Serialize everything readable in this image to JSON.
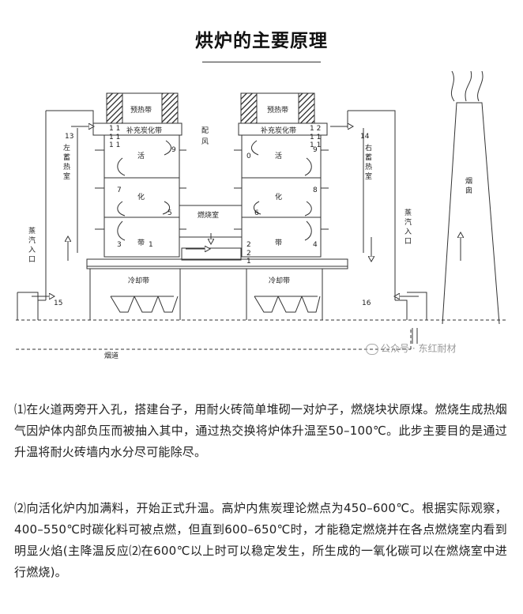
{
  "header": {
    "title": "烘炉的主要原理"
  },
  "diagram": {
    "labels": {
      "preheat_left": "预热带",
      "preheat_right": "预热带",
      "supp_carb_left": "补充炭化带",
      "supp_carb_right": "补充炭化带",
      "activation_left": [
        "活",
        "化",
        "带"
      ],
      "activation_right": [
        "活",
        "化",
        "带"
      ],
      "combustion_chamber": "燃烧室",
      "air_dist": [
        "配",
        "风"
      ],
      "cooling_left": "冷却带",
      "cooling_right": "冷却带",
      "left_regen": [
        "左",
        "蓄",
        "热",
        "室"
      ],
      "right_regen": [
        "右",
        "蓄",
        "热",
        "室"
      ],
      "steam_left": [
        "蒸",
        "汽",
        "入",
        "口"
      ],
      "steam_right": [
        "蒸",
        "汽",
        "入",
        "口"
      ],
      "chimney": [
        "烟",
        "囱"
      ],
      "flue": "烟道",
      "num_13": "13",
      "num_14": "14",
      "num_15": "15",
      "num_16": "16",
      "num_1": "1",
      "num_2": "2",
      "num_3": "3",
      "num_4": "4",
      "num_5": "5",
      "num_6": "6",
      "num_7": "7",
      "num_8": "8",
      "num_9l": "9",
      "num_9r": "9",
      "num_10": "0",
      "num_11a": "1 1",
      "num_11b": "1 1",
      "num_11c": "1 1",
      "num_12a": "1 2",
      "num_12b": "1 1",
      "num_12c": "1 1",
      "num_2b": "2",
      "num_1b": "1"
    }
  },
  "watermark": "公众号 · 东红耐材",
  "paragraphs": {
    "p1": "⑴在火道两旁开入孔，搭建台子，用耐火砖简单堆砌一对炉子，燃烧块状原煤。燃烧生成热烟气因炉体内部负压而被抽入其中，通过热交换将炉体升温至50–100℃。此步主要目的是通过升温将耐火砖墙内水分尽可能除尽。",
    "p2": "⑵向活化炉内加满料，开始正式升温。高炉内焦炭理论燃点为450–600℃。根据实际观察，400–550℃时碳化料可被点燃，但直到600–650℃时，才能稳定燃烧并在各点燃烧室内看到明显火焰(主降温反应⑵在600℃以上时可以稳定发生，所生成的一氧化碳可以在燃烧室中进行燃烧)。"
  }
}
